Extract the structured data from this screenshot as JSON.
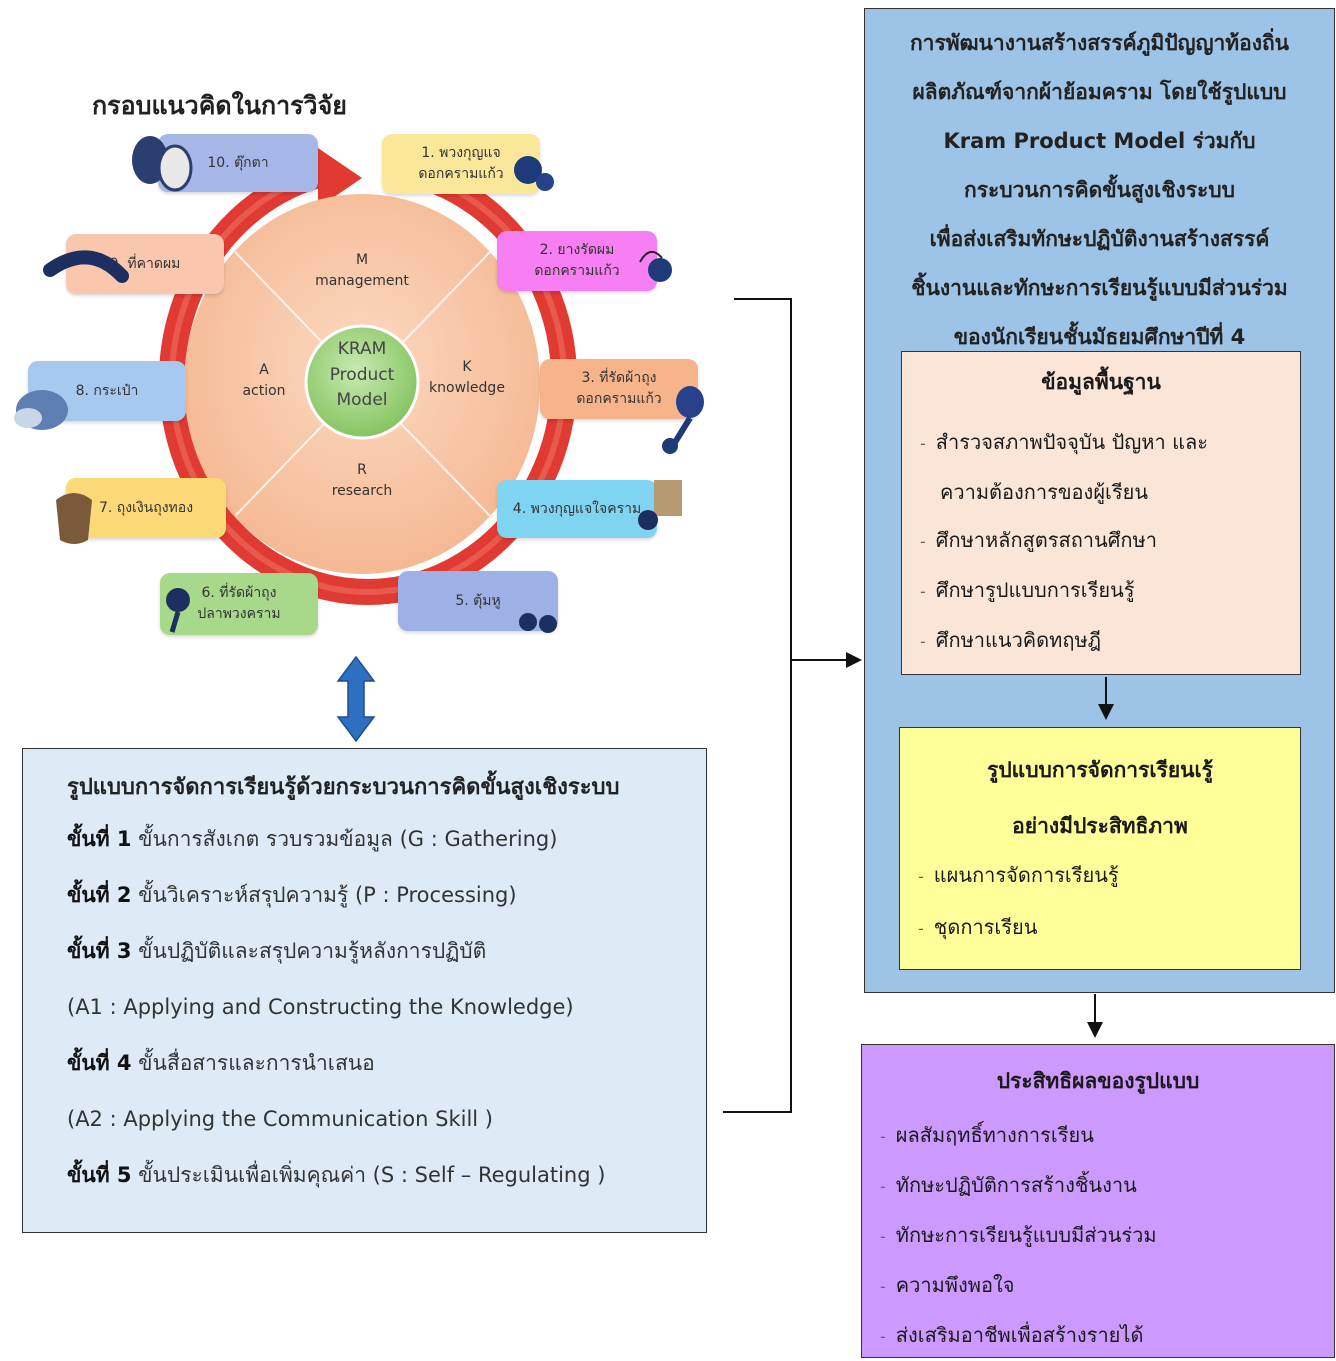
{
  "title": "กรอบแนวคิดในการวิจัย",
  "wheel": {
    "center": [
      "KRAM",
      "Product",
      "Model"
    ],
    "segments": {
      "top_letter": "M",
      "top_word": "management",
      "left_letter": "A",
      "left_word": "action",
      "right_letter": "K",
      "right_word": "knowledge",
      "bottom_letter": "R",
      "bottom_word": "research"
    },
    "items": [
      {
        "line1": "1. พวงกุญแจ",
        "line2": "ดอกครามแก้ว",
        "color": "#fbe79a"
      },
      {
        "line1": "2. ยางรัดผม",
        "line2": "ดอกครามแก้ว",
        "color": "#f77ef3"
      },
      {
        "line1": "3. ที่รัดผ้าถุง",
        "line2": "ดอกครามแก้ว",
        "color": "#f7b48a"
      },
      {
        "line1": "4. พวงกุญแจใจคราม",
        "line2": "",
        "color": "#7fd4f2"
      },
      {
        "line1": "5. ตุ้มหู",
        "line2": "",
        "color": "#9db1e6"
      },
      {
        "line1": "6. ที่รัดผ้าถุง",
        "line2": "ปลาพวงคราม",
        "color": "#a8d88a"
      },
      {
        "line1": "7. ถุงเงินถุงทอง",
        "line2": "",
        "color": "#fbd977"
      },
      {
        "line1": "8. กระเป๋า",
        "line2": "",
        "color": "#a7c8ef"
      },
      {
        "line1": "9. ที่คาดผม",
        "line2": "",
        "color": "#f8c7ad"
      },
      {
        "line1": "10. ตุ๊กตา",
        "line2": "",
        "color": "#a6b7e8"
      }
    ]
  },
  "learning_model": {
    "heading": "รูปแบบการจัดการเรียนรู้ด้วยกระบวนการคิดขั้นสูงเชิงระบบ",
    "steps": [
      {
        "label": "ขั้นที่ 1",
        "text": " ขั้นการสังเกต รวบรวมข้อมูล (G : Gathering)"
      },
      {
        "label": "ขั้นที่ 2",
        "text": " ขั้นวิเคราะห์สรุปความรู้ (P : Processing)"
      },
      {
        "label": "ขั้นที่ 3",
        "text": " ขั้นปฏิบัติและสรุปความรู้หลังการปฏิบัติ"
      },
      {
        "label": "",
        "text": "(A1 : Applying and Constructing the Knowledge)"
      },
      {
        "label": "ขั้นที่ 4",
        "text": " ขั้นสื่อสารและการนำเสนอ"
      },
      {
        "label": "",
        "text": "(A2 : Applying the Communication Skill )"
      },
      {
        "label": "ขั้นที่ 5",
        "text": " ขั้นประเมินเพื่อเพิ่มคุณค่า (S : Self – Regulating )"
      }
    ]
  },
  "main_box": {
    "title_lines": [
      "การพัฒนางานสร้างสรรค์ภูมิปัญญาท้องถิ่น",
      "ผลิตภัณฑ์จากผ้าย้อมคราม โดยใช้รูปแบบ",
      "Kram Product Model ร่วมกับ",
      "กระบวนการคิดขั้นสูงเชิงระบบ",
      "เพื่อส่งเสริมทักษะปฏิบัติงานสร้างสรรค์",
      "ชิ้นงานและทักษะการเรียนรู้แบบมีส่วนร่วม",
      "ของนักเรียนชั้นมัธยมศึกษาปีที่ 4"
    ]
  },
  "basic_info": {
    "heading": "ข้อมูลพื้นฐาน",
    "items": [
      "สำรวจสภาพปัจจุบัน ปัญหา และ",
      "ความต้องการของผู้เรียน",
      "ศึกษาหลักสูตรสถานศึกษา",
      "ศึกษารูปแบบการเรียนรู้",
      "ศึกษาแนวคิดทฤษฎี"
    ]
  },
  "effective_model": {
    "heading_line1": "รูปแบบการจัดการเรียนเรู้",
    "heading_line2": "อย่างมีประสิทธิภาพ",
    "items": [
      "แผนการจัดการเรียนรู้",
      "ชุดการเรียน"
    ]
  },
  "effectiveness": {
    "heading": "ประสิทธิผลของรูปแบบ",
    "items": [
      "ผลสัมฤทธิ์ทางการเรียน",
      "ทักษะปฏิบัติการสร้างชิ้นงาน",
      "ทักษะการเรียนรู้แบบมีส่วนร่วม",
      "ความพึงพอใจ",
      "ส่งเสริมอาชีพเพื่อสร้างรายได้"
    ]
  },
  "colors": {
    "main_box": "#9dc3e6",
    "basic_info_box": "#fbe5d6",
    "effective_box": "#ffff99",
    "effectiveness_box": "#cc99ff",
    "learning_box": "#deebf7",
    "ring": "#e03a32",
    "disc": "#f8c9a8",
    "center": "#9ed47e",
    "double_arrow": "#2f6fc1"
  }
}
